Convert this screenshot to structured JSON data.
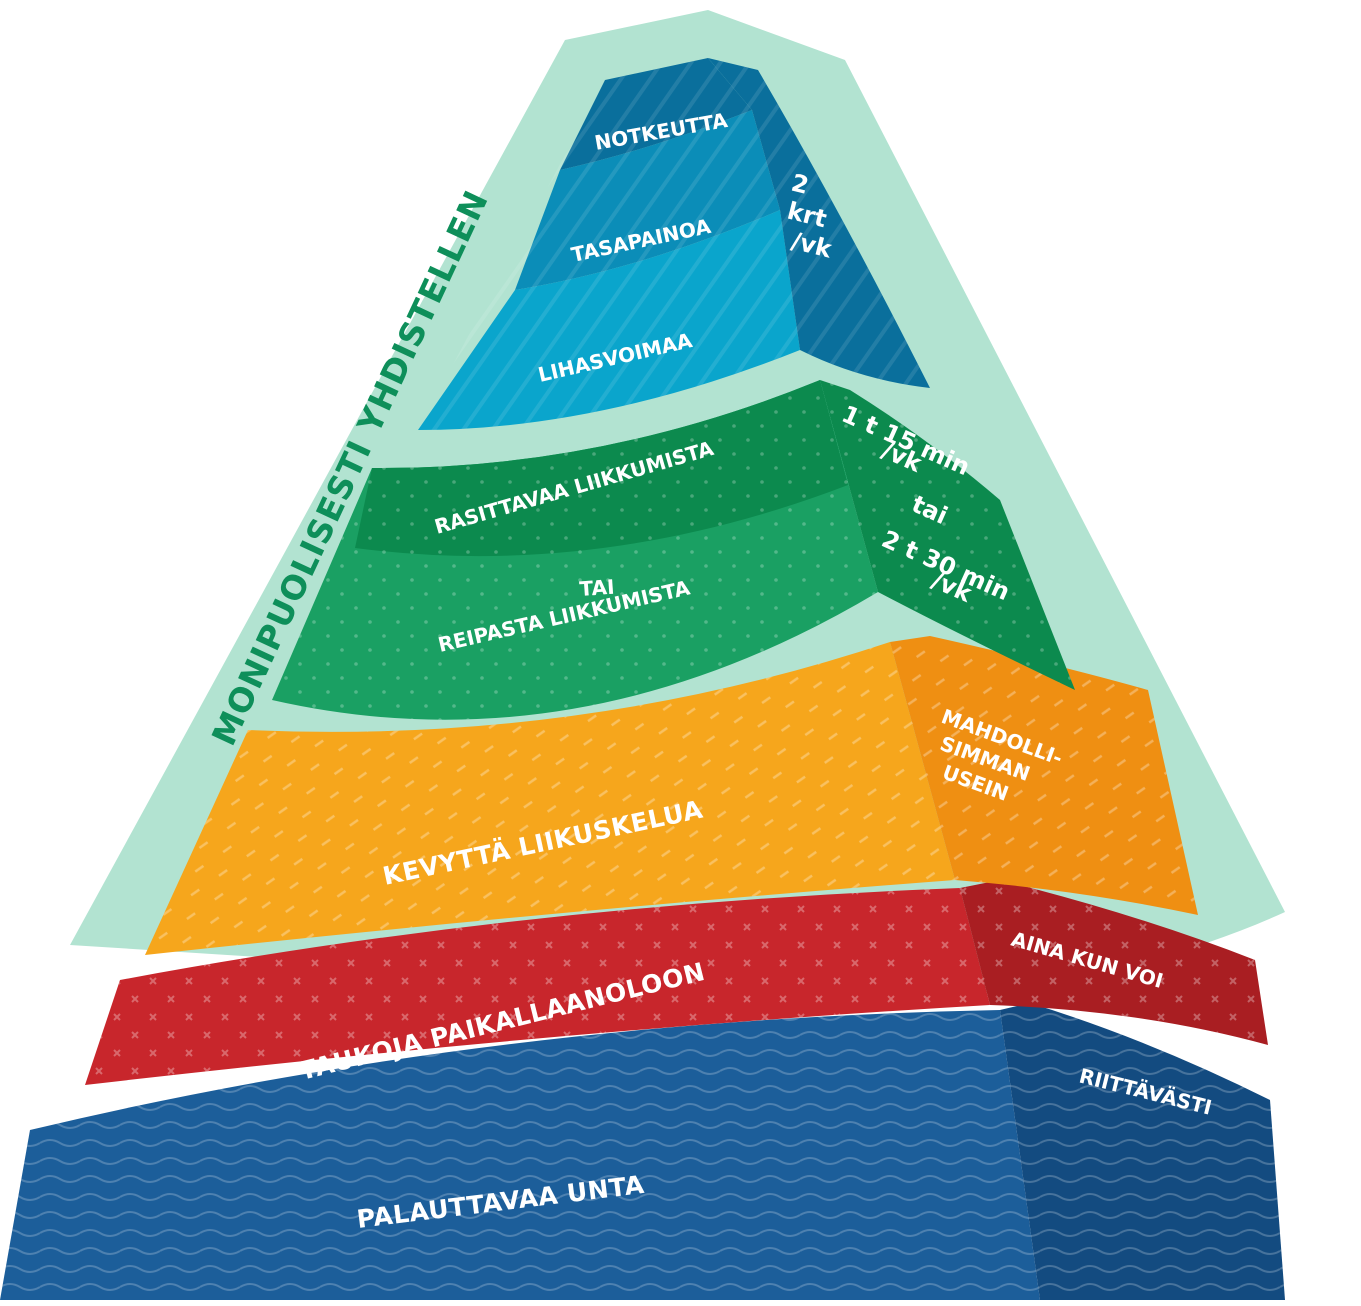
{
  "colors": {
    "background": "#ffffff",
    "backdrop": "#b2e3d1",
    "backdrop_text": "#0e8f5a",
    "blue_dark": "#0a6f9c",
    "blue_mid": "#0b8db8",
    "blue_light": "#0aa5cc",
    "green_dark": "#0c8a4e",
    "green_mid": "#1aa063",
    "orange": "#f6a61c",
    "orange_side": "#ef8f12",
    "red": "#c8262c",
    "red_side": "#a91e22",
    "navy": "#1c5e9a",
    "navy_side": "#134b80"
  },
  "side_label": "MONIPUOLISESTI YHDISTELLEN",
  "tiers": {
    "top": {
      "labels": [
        "NOTKEUTTA",
        "TASAPAINOA",
        "LIHASVOIMAA"
      ],
      "frequency": [
        "2",
        "krt",
        "/vk"
      ]
    },
    "green": {
      "labels": [
        "RASITTAVAA LIIKKUMISTA",
        "TAI",
        "REIPASTA LIIKKUMISTA"
      ],
      "frequency_top": [
        "1 t 15 min",
        "/vk"
      ],
      "frequency_or": "tai",
      "frequency_bottom": [
        "2 t 30 min",
        "/vk"
      ]
    },
    "orange": {
      "label": "KEVYTTÄ LIIKUSKELUA",
      "frequency": [
        "MAHDOLLI-",
        "SIMMAN",
        "USEIN"
      ]
    },
    "red": {
      "label": "TAUKOJA PAIKALLAANOLOON",
      "frequency": "AINA KUN VOI"
    },
    "navy": {
      "label": "PALAUTTAVAA UNTA",
      "frequency": "RIITTÄVÄSTI"
    }
  }
}
